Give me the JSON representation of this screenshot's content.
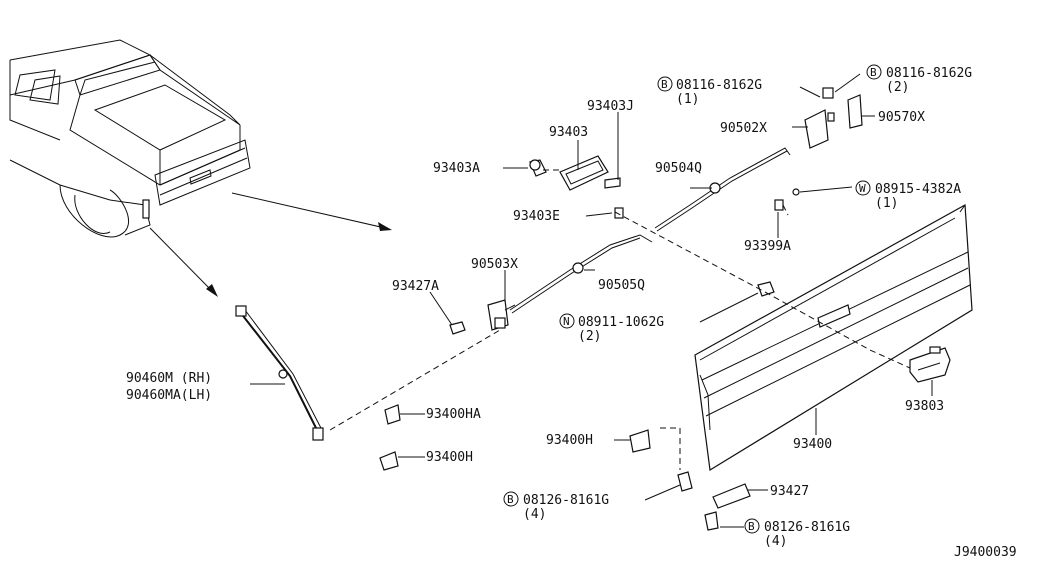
{
  "labels": {
    "p93403j": "93403J",
    "p93403": "93403",
    "p93403a": "93403A",
    "p93403e": "93403E",
    "p90504q": "90504Q",
    "p90502x": "90502X",
    "p90570x": "90570X",
    "b1_num": "08116-8162G",
    "b1_qty": "(1)",
    "b2_num": "08116-8162G",
    "b2_qty": "(2)",
    "w1_num": "08915-4382A",
    "w1_qty": "(1)",
    "p93399a": "93399A",
    "p90503x": "90503X",
    "p90505q": "90505Q",
    "p93427a": "93427A",
    "n1_num": "08911-1062G",
    "n1_qty": "(2)",
    "p90460m": "90460M (RH)",
    "p90460ma": "90460MA(LH)",
    "p93400ha": "93400HA",
    "p93400h_lower": "93400H",
    "p93400h": "93400H",
    "p93400": "93400",
    "p93803": "93803",
    "p93427": "93427",
    "b3_num": "08126-8161G",
    "b3_qty": "(4)",
    "b4_num": "08126-8161G",
    "b4_qty": "(4)",
    "diagram_id": "J9400039"
  },
  "symbols": {
    "bolt": "B",
    "nut": "N",
    "washer": "W"
  }
}
